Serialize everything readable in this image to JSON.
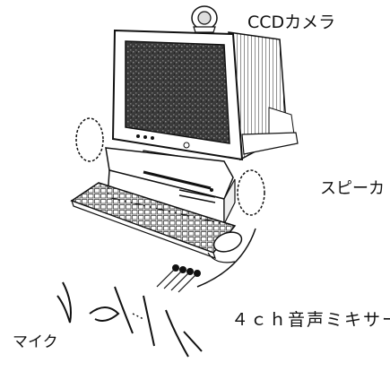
{
  "labels": {
    "camera": "CCDカメラ",
    "speaker": "スピーカ",
    "mixer": "４ｃｈ音声ミキサー",
    "mic": "マイク"
  },
  "colors": {
    "ink": "#111111",
    "screen": "#2a2a2a",
    "paper": "#ffffff"
  }
}
